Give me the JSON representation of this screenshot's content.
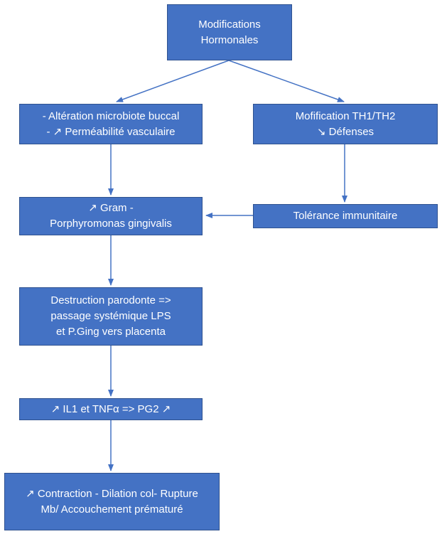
{
  "nodes": {
    "hormonal": {
      "lines": [
        "Modifications",
        "Hormonales"
      ]
    },
    "microbiote": {
      "lines": [
        "- Altération microbiote buccal",
        "- ↗ Perméabilité vasculaire"
      ]
    },
    "th1th2": {
      "lines": [
        "Mofification TH1/TH2",
        "↘ Défenses"
      ]
    },
    "gram": {
      "lines": [
        "↗ Gram -",
        "Porphyromonas gingivalis"
      ]
    },
    "tolerance": {
      "lines": [
        "Tolérance immunitaire"
      ]
    },
    "destruction": {
      "lines": [
        "Destruction parodonte =>",
        "passage systémique LPS",
        "et P.Ging vers placenta"
      ]
    },
    "il1": {
      "lines": [
        "↗ IL1 et TNFα => PG2 ↗"
      ]
    },
    "contraction": {
      "lines": [
        "↗ Contraction - Dilation col- Rupture",
        "Mb/ Accouchement prématuré"
      ]
    }
  },
  "edges": [
    {
      "from": "hormonal",
      "to": "microbiote"
    },
    {
      "from": "hormonal",
      "to": "th1th2"
    },
    {
      "from": "microbiote",
      "to": "gram"
    },
    {
      "from": "th1th2",
      "to": "tolerance"
    },
    {
      "from": "tolerance",
      "to": "gram"
    },
    {
      "from": "gram",
      "to": "destruction"
    },
    {
      "from": "destruction",
      "to": "il1"
    },
    {
      "from": "il1",
      "to": "contraction"
    }
  ],
  "colors": {
    "box_fill": "#4472c4",
    "box_border": "#2f528f",
    "connector": "#4472c4",
    "text": "#ffffff"
  }
}
